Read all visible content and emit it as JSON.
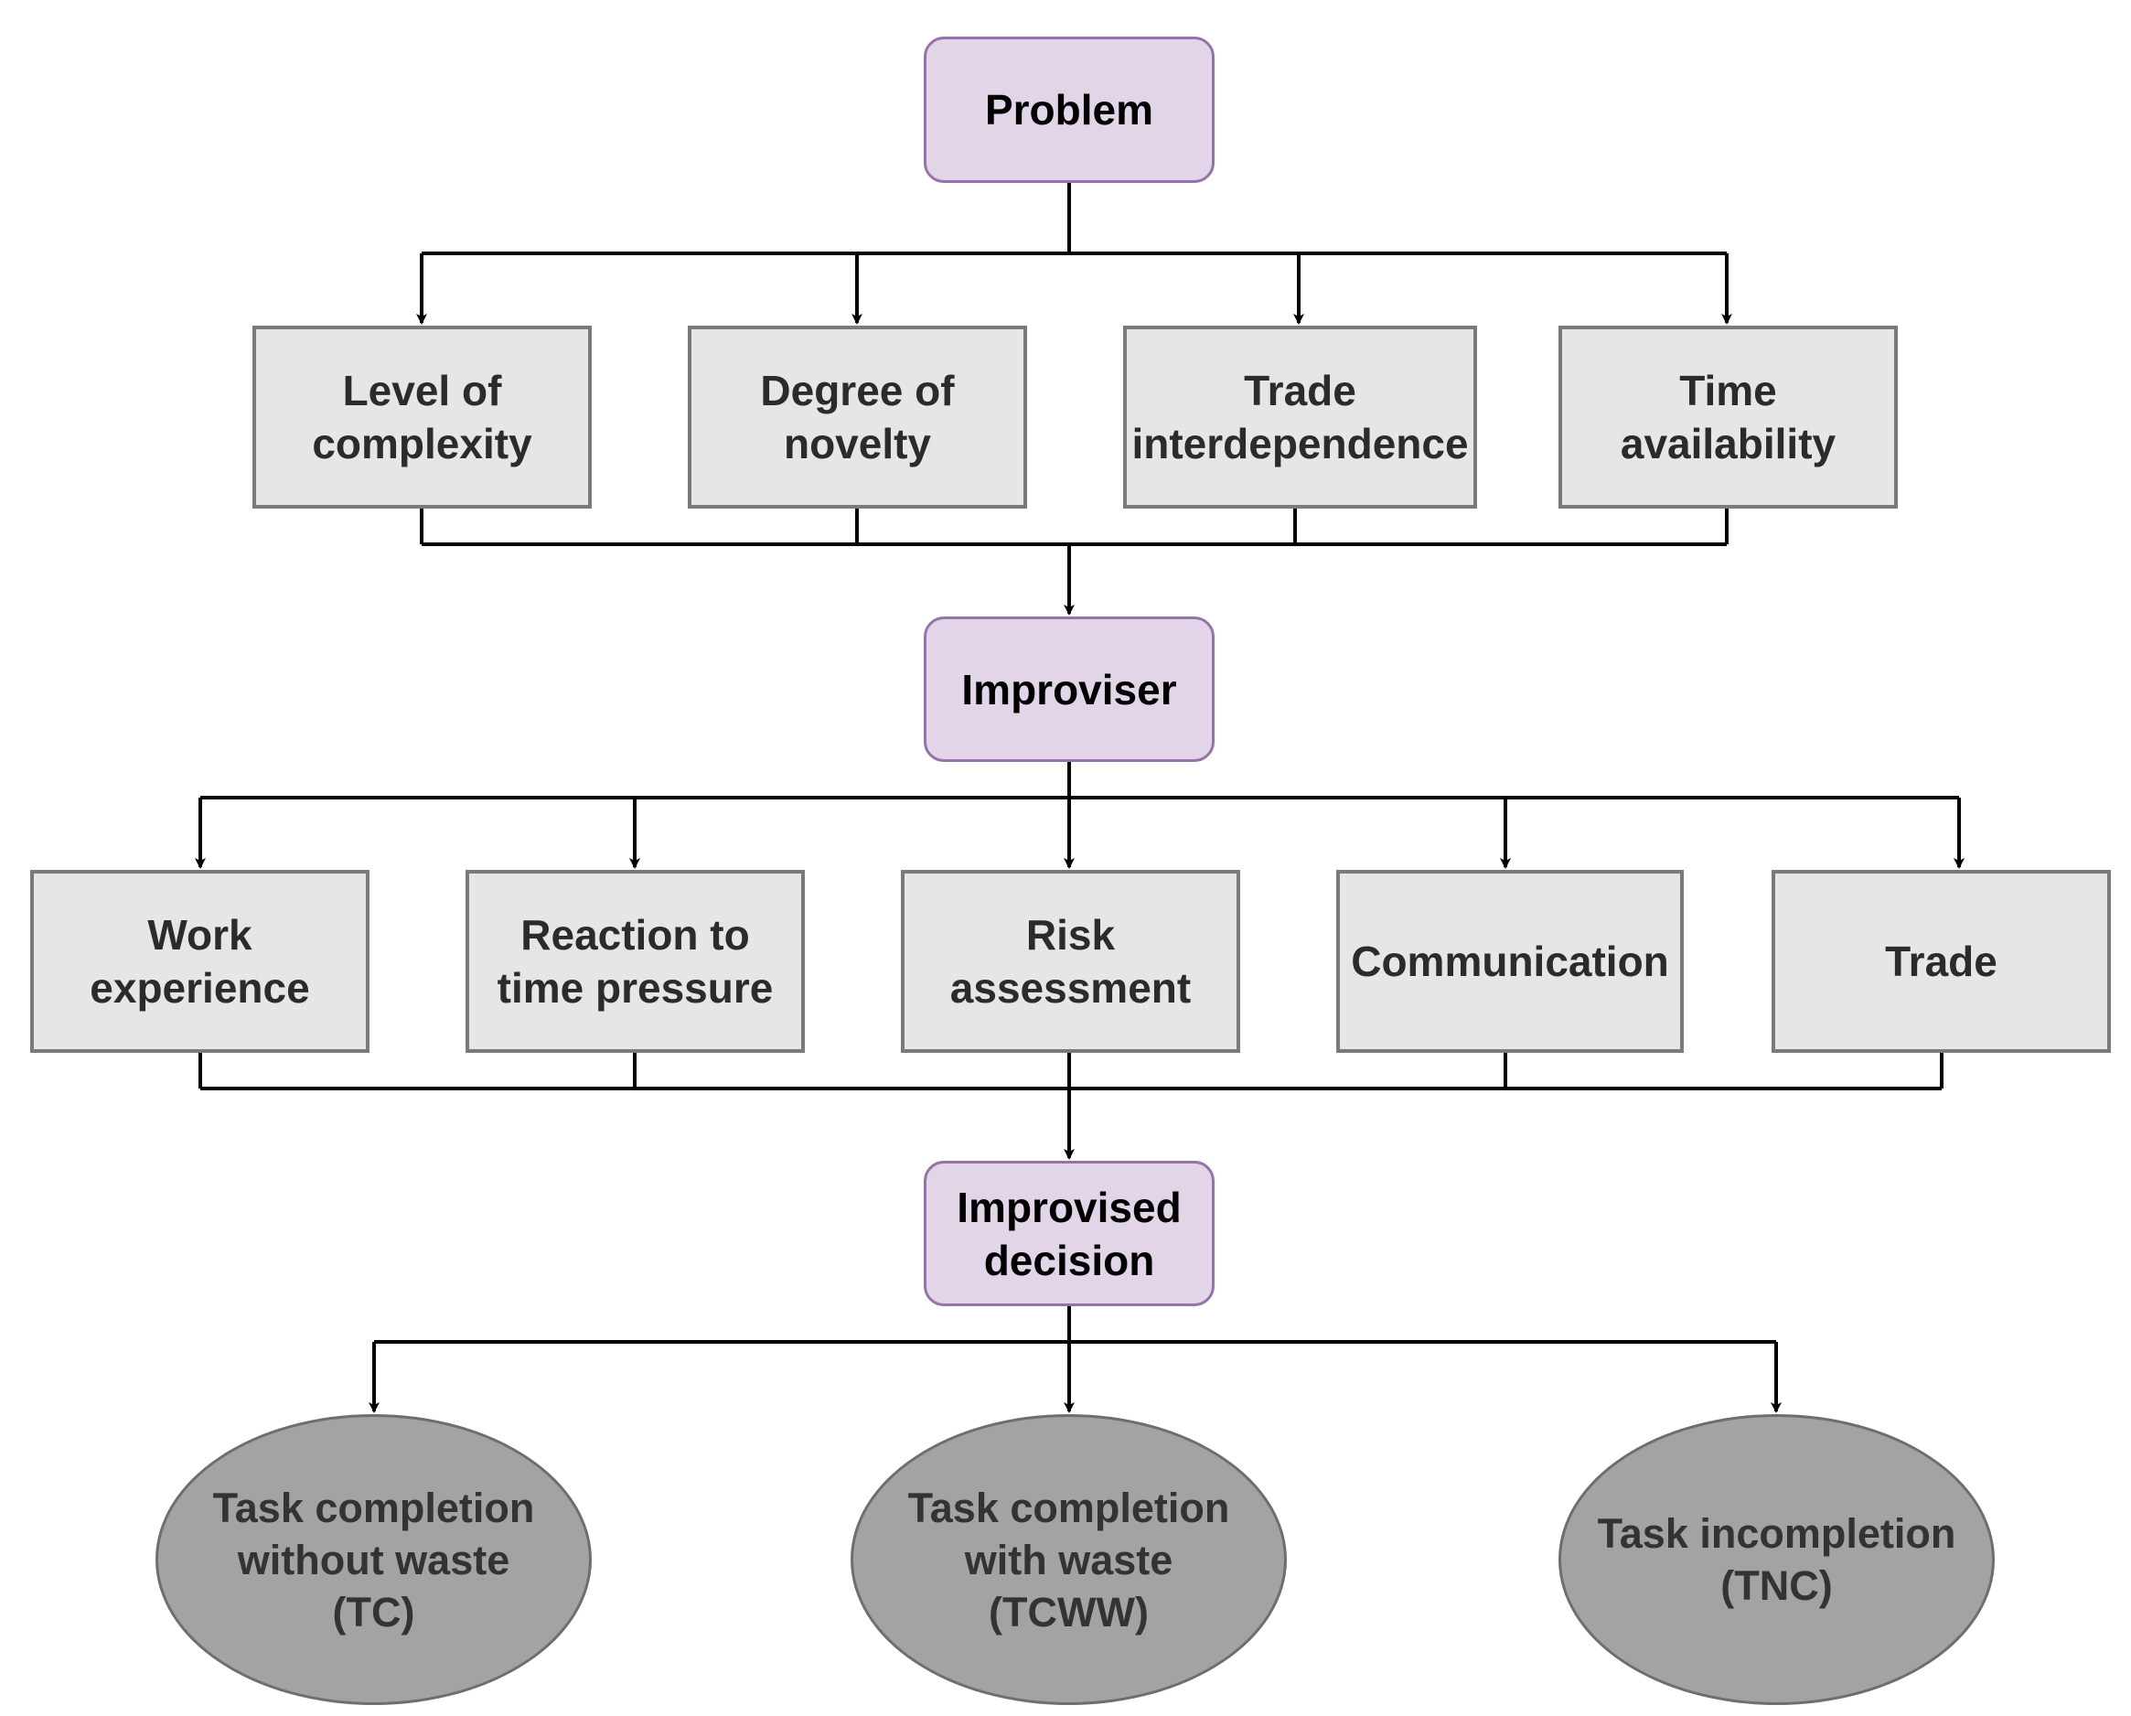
{
  "diagram": {
    "colors": {
      "purple_fill": "#e1d5e7",
      "purple_border": "#9673a6",
      "gray_fill": "#e6e6e6",
      "gray_border": "#7a7a7a",
      "ellipse_fill": "#a3a3a3",
      "line": "#000000"
    },
    "problem": {
      "lines": [
        "Problem"
      ]
    },
    "factors": [
      {
        "lines": [
          "Level of",
          "complexity"
        ]
      },
      {
        "lines": [
          "Degree of",
          "novelty"
        ]
      },
      {
        "lines": [
          "Trade",
          "interdependence"
        ]
      },
      {
        "lines": [
          "Time",
          "availability"
        ]
      }
    ],
    "improviser": {
      "lines": [
        "Improviser"
      ]
    },
    "attributes": [
      {
        "lines": [
          "Work",
          "experience"
        ]
      },
      {
        "lines": [
          "Reaction to",
          "time pressure"
        ]
      },
      {
        "lines": [
          "Risk",
          "assessment"
        ]
      },
      {
        "lines": [
          "Communication"
        ]
      },
      {
        "lines": [
          "Trade"
        ]
      }
    ],
    "decision": {
      "lines": [
        "Improvised",
        "decision"
      ]
    },
    "outcomes": [
      {
        "lines": [
          "Task completion",
          "without waste",
          "(TC)"
        ]
      },
      {
        "lines": [
          "Task completion",
          "with waste",
          "(TCWW)"
        ]
      },
      {
        "lines": [
          "Task incompletion",
          "(TNC)"
        ]
      }
    ]
  }
}
